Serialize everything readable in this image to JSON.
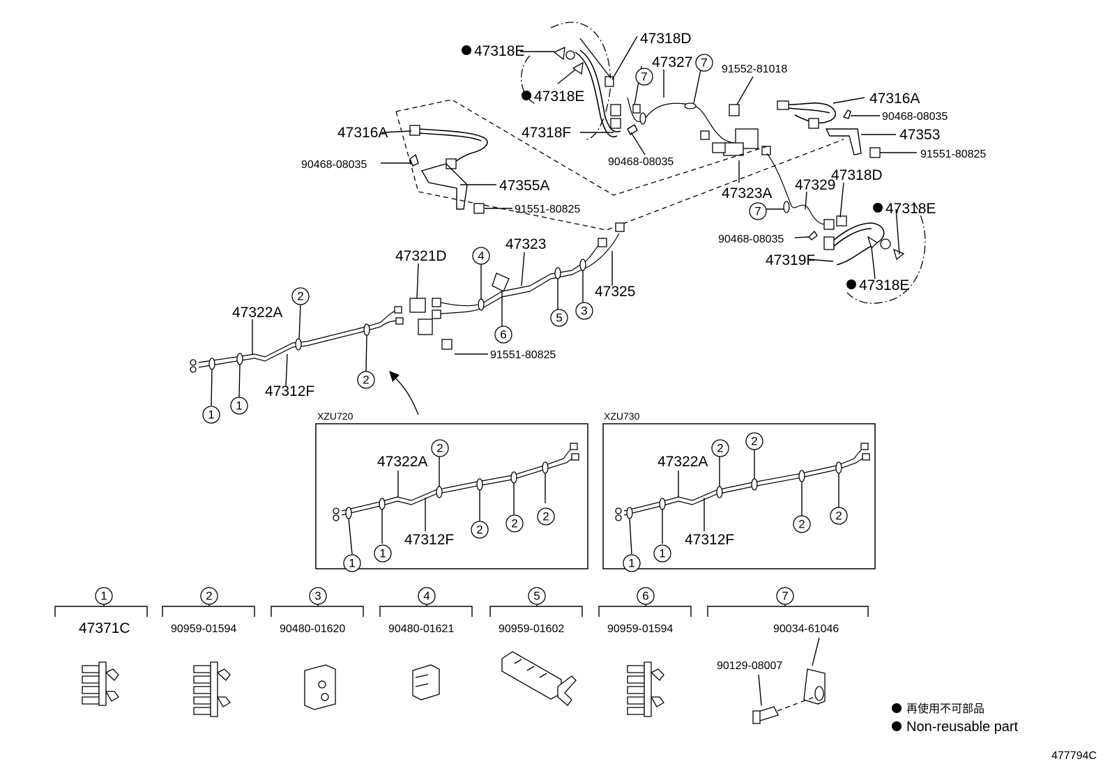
{
  "part_labels": {
    "p47318E_a": "47318E",
    "p47318D_a": "47318D",
    "p47327": "47327",
    "p91552_81018": "91552-81018",
    "p47318E_b": "47318E",
    "p47316A_a": "47316A",
    "p90468_08035_a": "90468-08035",
    "p47353": "47353",
    "p91551_80825_a": "91551-80825",
    "p47318F": "47318F",
    "p47316A_b": "47316A",
    "p90468_08035_b": "90468-08035",
    "p90468_08035_c": "90468-08035",
    "p47355A": "47355A",
    "p91551_80825_b": "91551-80825",
    "p47323A": "47323A",
    "p47329": "47329",
    "p47318D_b": "47318D",
    "p47318E_c": "47318E",
    "p90468_08035_d": "90468-08035",
    "p47319F": "47319F",
    "p47318E_d": "47318E",
    "p47321D": "47321D",
    "p47323": "47323",
    "p47325": "47325",
    "p47322A": "47322A",
    "p47312F": "47312F",
    "p91551_80825_c": "91551-80825"
  },
  "callouts": {
    "c1": "1",
    "c2": "2",
    "c3": "3",
    "c4": "4",
    "c5": "5",
    "c6": "6",
    "c7": "7"
  },
  "variants": {
    "xzu720": {
      "title": "XZU720",
      "label_a": "47322A",
      "label_b": "47312F"
    },
    "xzu730": {
      "title": "XZU730",
      "label_a": "47322A",
      "label_b": "47312F"
    }
  },
  "clamp_table": [
    {
      "num": "1",
      "part": "47371C"
    },
    {
      "num": "2",
      "part": "90959-01594"
    },
    {
      "num": "3",
      "part": "90480-01620"
    },
    {
      "num": "4",
      "part": "90480-01621"
    },
    {
      "num": "5",
      "part": "90959-01602"
    },
    {
      "num": "6",
      "part": "90959-01594"
    },
    {
      "num": "7",
      "part": "90034-61046",
      "part2": "90129-08007"
    }
  ],
  "legend": {
    "line1": "再使用不可部品",
    "line2": "Non-reusable part"
  },
  "diagram_id": "477794C"
}
